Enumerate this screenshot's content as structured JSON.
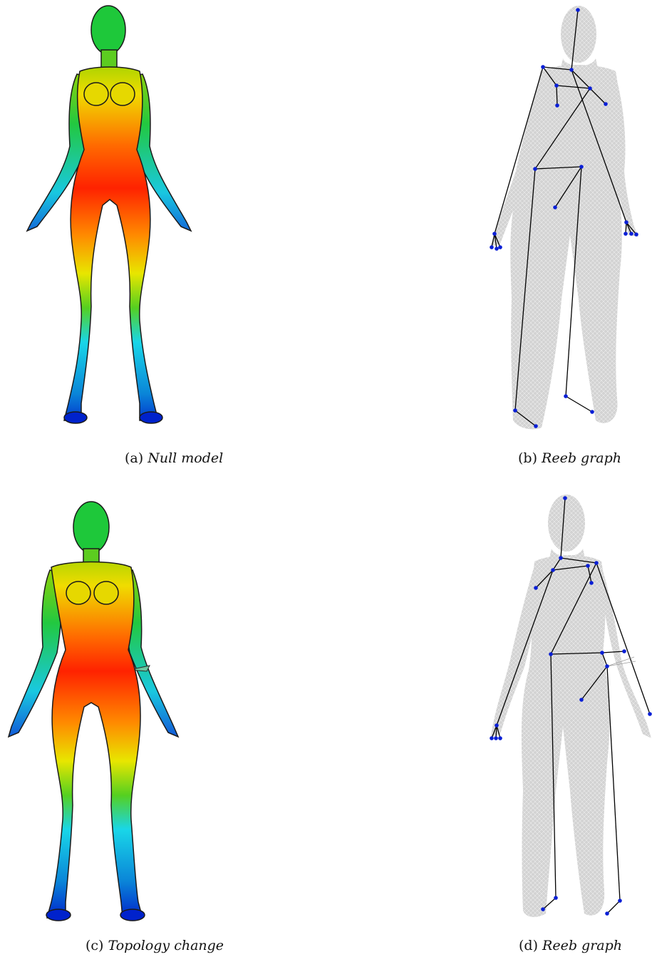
{
  "figure": {
    "panels": [
      {
        "label": "(a)",
        "name": "Null model"
      },
      {
        "label": "(b)",
        "name": "Reeb graph"
      },
      {
        "label": "(c)",
        "name": "Topology change"
      },
      {
        "label": "(d)",
        "name": "Reeb graph"
      }
    ]
  },
  "colors": {
    "heatmap": [
      "#ff2a00",
      "#ff7a00",
      "#f2e200",
      "#7ed400",
      "#1ec83a",
      "#19d6e8",
      "#0a86d8",
      "#0022cc"
    ],
    "mesh_fill": "#d3d3d3",
    "skeleton_line": "#000000",
    "node": "#0a1fd6"
  }
}
